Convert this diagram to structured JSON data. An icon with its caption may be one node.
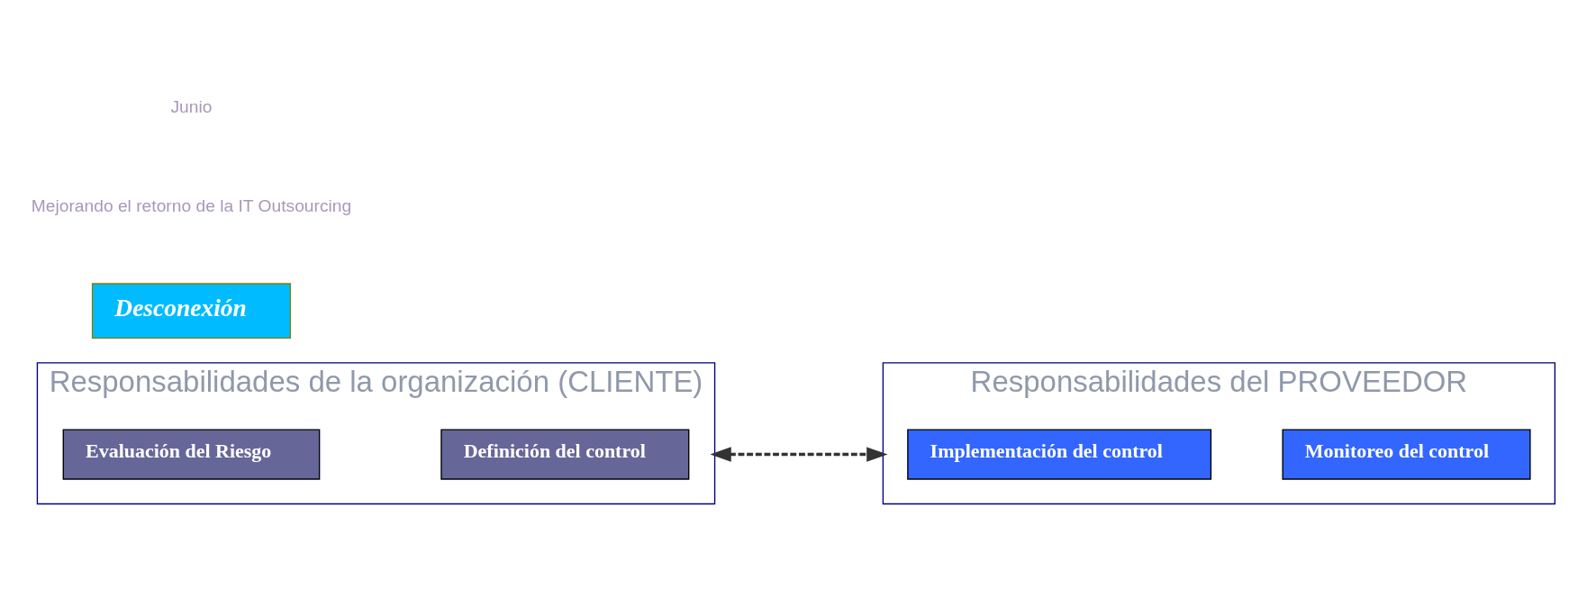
{
  "diagram": {
    "nodes": [
      {
        "text": [
          "Responsabilidades de la organización (CLIENTE)"
        ]
      },
      {
        "text": [
          "Evaluación del Riesgo"
        ],
        "in": 0
      },
      {
        "text": [
          "Definición del control"
        ],
        "in": 0
      },
      {
        "text": [
          "Responsabilidades del PROVEEDOR"
        ]
      },
      {
        "text": [
          "Implementación del control"
        ],
        "in": 3
      },
      {
        "text": [
          "Monitoreo del control"
        ],
        "in": 3
      },
      {
        "text": [
          "Desconexión"
        ]
      }
    ],
    "edges": [
      {
        "from": 0,
        "to": 3,
        "arrow": "both",
        "style": "dashed"
      }
    ],
    "labels": [
      "Mejorando el retorno de la IT Outsourcing",
      "Junio"
    ]
  }
}
